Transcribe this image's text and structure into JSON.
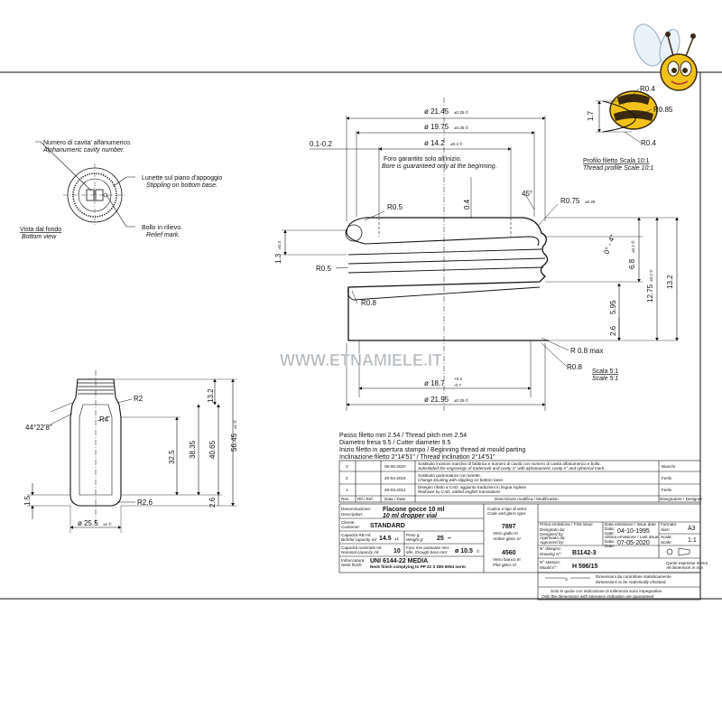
{
  "watermark": "WWW.ETNAMIELE.IT",
  "bottom_view": {
    "cavity_it": "Numero di cavita' alfanumerico.",
    "cavity_en": "Alphanumeric cavity number.",
    "stipple_it": "Lunette sul piano d'appoggio",
    "stipple_en": "Stippling on bottom base.",
    "relief_it": "Bollo in rilievo.",
    "relief_en": "Relief mark.",
    "view_it": "Vista dal fondo",
    "view_en": "Bottom view"
  },
  "neck": {
    "d_outer": "ø 21.45",
    "d_outer_tol": "±0.25 ©",
    "d_mid": "ø 19.75",
    "d_mid_tol": "±0.25 ©",
    "d_bore": "ø 14.2",
    "d_bore_tol": "±0.4 ©",
    "bore_it": "Foro garantito solo all'inizio.",
    "bore_en": "Bore is guaranteed only at the beginning.",
    "r01": "0.1-0.2",
    "r04": "0.4",
    "angle45": "45°",
    "r05": "R0.5",
    "r075": "R0.75",
    "r075_tol": "±0.25",
    "angle04": "0° - 4°",
    "h68": "6.8",
    "h68_tol": "±0.2 ©",
    "h1275": "12.75",
    "h1275_tol": "±0.2 ©",
    "h132": "13.2",
    "h13": "1.3",
    "h13_tol": "±0.3",
    "r05b": "R0.5",
    "r08a": "R0.8",
    "h595": "5.95",
    "h26": "2.6",
    "r08max": "R 0.8 max",
    "r08b": "R0.8",
    "d_inner": "ø 18.7",
    "d_inner_tol_hi": "+0.2",
    "d_inner_tol_lo": "-0.7",
    "d_base": "ø 21.95",
    "d_base_tol": "±0.25 ©",
    "scale_it": "Scala 5:1",
    "scale_en": "Scale 5:1"
  },
  "thread": {
    "r04a": "R0.4",
    "r085": "R0.85",
    "r04b": "R0.4",
    "h17": "1.7",
    "title_it": "Profilo filetto Scala 10:1",
    "title_en": "Thread profile Scale 10:1"
  },
  "bottle": {
    "h132": "13.2",
    "r2": "R2",
    "r4": "R4",
    "angle": "44°22'8\"",
    "h325": "32.5",
    "h3835": "38.35",
    "h4065": "40.65",
    "h5645": "56.45",
    "h5645_tol": "±1 ©",
    "h15": "1.5",
    "r26": "R2.6",
    "h26": "2.6",
    "d_body": "ø 25.5",
    "d_body_tol": "±1 ©"
  },
  "notes": [
    "Passo filetto mm 2.54 / Thread pitch mm 2.54",
    "Diametro fresa 9.5 / Cutter diameter 9.5",
    "Inizio filetto in apertura stampo / Beginning thread at mould parting",
    "Inclinazione filetto 2°14'51\" / Thread inclination 2°14'51\""
  ],
  "revisions": [
    {
      "rev": "3",
      "date": "06-05-2020",
      "it": "Sostituito incisioni marchio di fabbrica e numero di cavità con numero di cavità alfanumerico e bollo.",
      "en": "Substituted the engravings of trademark and cavity n° with alphanumeric cavity n° and spherical mark.",
      "designer": "Bianchi"
    },
    {
      "rev": "2",
      "date": "20-04-2015",
      "it": "Sostituito godronatura con lunette.",
      "en": "Change knurling with stippling on bottom base.",
      "designer": "Ferlin"
    },
    {
      "rev": "1",
      "date": "26-03-2012",
      "it": "Disegno rifatto a CAD, aggiunto traduzioni in lingua inglese",
      "en": "Redrawn by CAD, added english translations",
      "designer": "Ferlin"
    }
  ],
  "rev_header": {
    "rev": "Rev.",
    "ref": "Rif./ Ref.",
    "date": "Data / Date",
    "desc": "Descrizione modifica / Modification",
    "designer": "Disegnatore / Designer"
  },
  "title_block": {
    "denom_it": "Denominazione:",
    "denom_en": "Description:",
    "denom_val_it": "Flacone gocce 10 ml",
    "denom_val_en": "10 ml dropper vial",
    "client_it": "Cliente:",
    "client_en": "Customer:",
    "client_val": "STANDARD",
    "cap_it": "Capacità RB ml:",
    "cap_en": "Brimful capacity ml:",
    "cap_val": "14.5",
    "cap_tol": "±1",
    "weight_it": "Peso g:",
    "weight_en": "Weight g:",
    "weight_val": "25",
    "weight_dash": "–",
    "nom_it": "Capacità nominale ml:",
    "nom_en": "Nominal capacity ml:",
    "nom_val": "10",
    "bore_it": "Foro min passante mm:",
    "bore_en": "Min. through bore mm:",
    "bore_val": "ø 10.5",
    "bore_sym": "©",
    "neck_it": "Imboccatura:",
    "neck_en": "Neck finish:",
    "neck_val": "UNI 6144-22 MEDIA",
    "neck_val_en": "Neck finish complying to PP 22 S DIN 6094 norm",
    "glass_it": "Codice e tipo di vetro:",
    "glass_en": "Code and glass type:",
    "glass1_code": "7897",
    "glass1_it": "Vetro giallo III",
    "glass1_en": "Amber glass III",
    "glass2_code": "4560",
    "glass2_it": "Vetro bianco III",
    "glass2_en": "Flint glass III",
    "first_issue": "Prima emissione / First issue",
    "designed_it": "Disegnato da:",
    "designed_en": "Designed by:",
    "approved_it": "Approvato da:",
    "approved_en": "Approved by:",
    "date1_head": "Data emissione / Issue date",
    "date1_it": "Data:",
    "date1_en": "Date:",
    "date1_val": "04-10-1995",
    "last_issue": "Ultima emissione / Last issue",
    "date2_it": "Data:",
    "date2_en": "Date:",
    "date2_val": "07-05-2020",
    "format_it": "Formato:",
    "format_en": "Size:",
    "format_val": "A3",
    "scale_it": "Scala:",
    "scale_en": "Scale:",
    "scale_val": "1:1",
    "drawing_it": "N° disegno:",
    "drawing_en": "Drawing N°:",
    "drawing_val": "B1142-3",
    "mould_it": "N° stampo:",
    "mould_en": "Mould n°:",
    "mould_val": "H 596/15",
    "units_it": "Quote espresse in mm",
    "units_en": "All dimension in mm",
    "stat_sym": "©",
    "stat_it": "Dimensioni da controllare statisticamente",
    "stat_en": "Dimensions to be statistically checked.",
    "tol_it": "Solo le quote con indicazione di tolleranza sono impegnative.",
    "tol_en": "Only the dimensions with tolerance indication are guaranteed"
  },
  "colors": {
    "line": "#111111",
    "accent": "#1a1a1a",
    "bee_yellow": "#f2c21b",
    "bee_dark": "#3a2a12"
  }
}
